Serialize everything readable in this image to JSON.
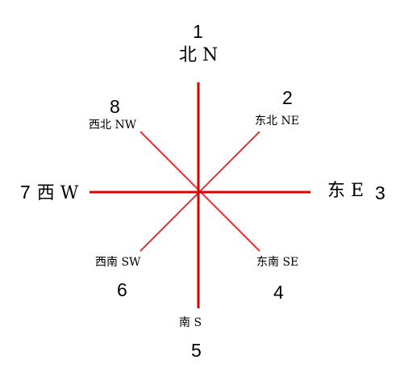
{
  "colors": {
    "background": "#ffffff",
    "axis_line": "#dd0000",
    "diagonal_line": "#e53333",
    "text": "#000000"
  },
  "directions": {
    "north": {
      "number": "1",
      "label": "北 N"
    },
    "northeast": {
      "number": "2",
      "label": "东北 NE"
    },
    "east": {
      "number": "3",
      "label": "东 E"
    },
    "southeast": {
      "number": "4",
      "label": "东南 SE"
    },
    "south": {
      "number": "5",
      "label": "南 S"
    },
    "southwest": {
      "number": "6",
      "label": "西南 SW"
    },
    "west": {
      "number": "7",
      "label": "西 W"
    },
    "northwest": {
      "number": "8",
      "label": "西北 NW"
    }
  }
}
